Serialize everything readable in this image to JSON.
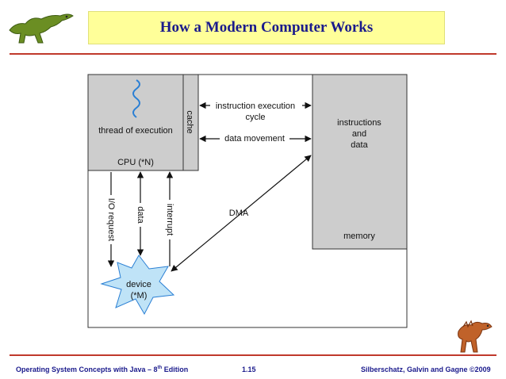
{
  "slide": {
    "title": "How a Modern Computer Works",
    "footer_left_main": "Operating System Concepts  with Java – 8",
    "footer_left_sup": "th",
    "footer_left_end": " Edition",
    "footer_center": "1.15",
    "footer_right": "Silberschatz, Galvin and Gagne ©2009"
  },
  "diagram": {
    "cpu_label": "CPU (*N)",
    "thread_label": "thread of execution",
    "cache_label": "cache",
    "instr_exec_line1": "instruction execution",
    "instr_exec_line2": "cycle",
    "data_movement": "data movement",
    "memory_contents_line1": "instructions",
    "memory_contents_line2": "and",
    "memory_contents_line3": "data",
    "memory_label": "memory",
    "io_request": "I/O request",
    "data_label": "data",
    "interrupt": "interrupt",
    "dma": "DMA",
    "device_line1": "device",
    "device_line2": "(*M)"
  },
  "colors": {
    "title_bg": "#ffff99",
    "title_text": "#1a1a8c",
    "rule": "#c0392b",
    "box_fill": "#cdcdcd",
    "device_fill": "#bfe3f7",
    "thread_squiggle": "#2a7fd4"
  }
}
